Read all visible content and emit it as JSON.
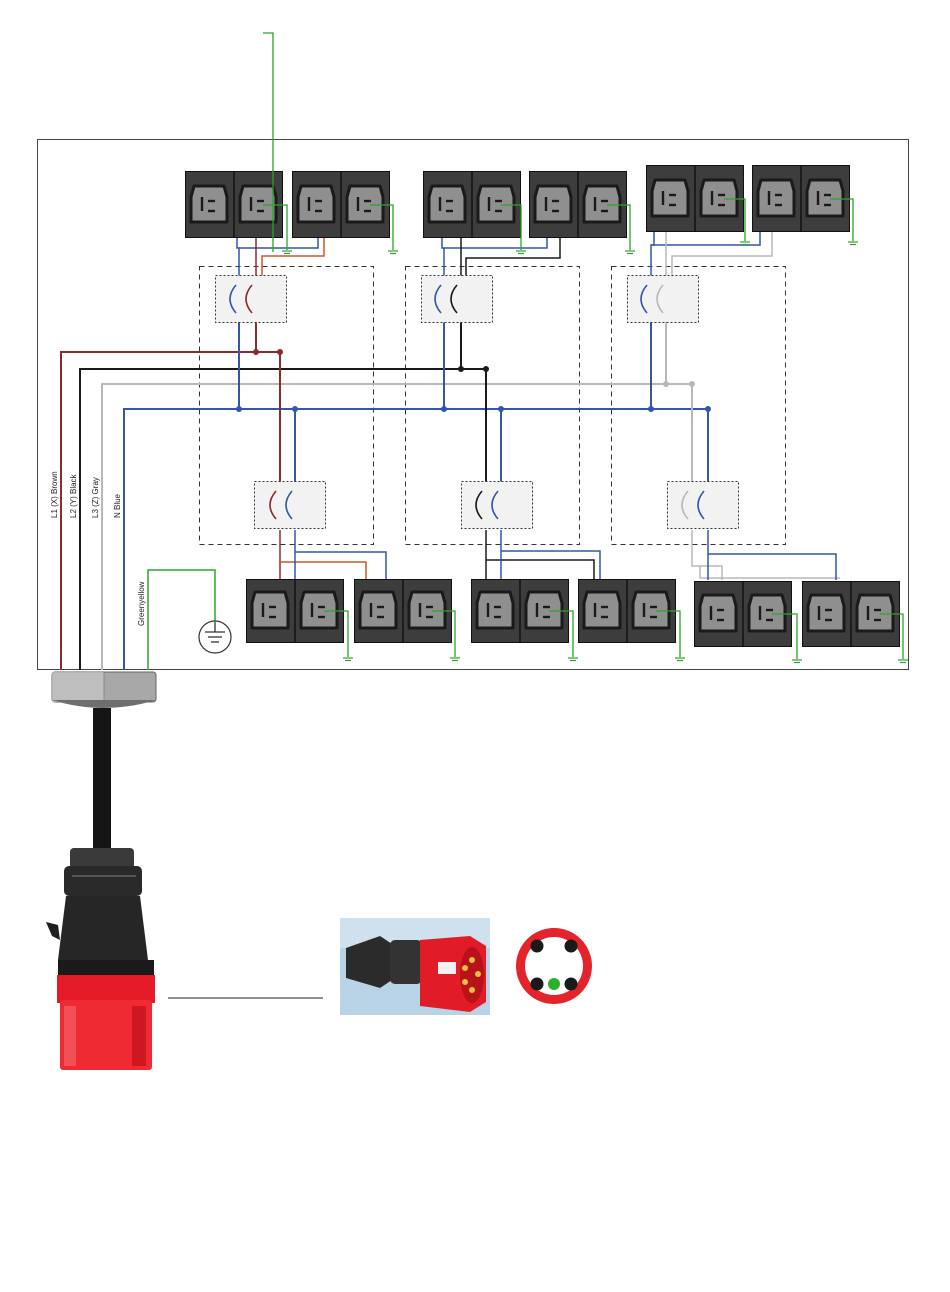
{
  "wire_labels": {
    "l1": "L1 (X) Brown",
    "l2": "L2 (Y) Black",
    "l3": "L3 (Z) Gray",
    "n": "N Blue",
    "pe": "Greenyellow"
  },
  "colors": {
    "l1": "#8b2b2b",
    "l2": "#1a1a1a",
    "l3": "#b8b8b8",
    "n": "#3355aa",
    "pe": "#2aa52a",
    "feed_l1": "#c9592a",
    "socket_body": "#3d3d3d",
    "socket_face": "#8f8f8f",
    "plug_red": "#e0202a"
  },
  "icons": {
    "outlet": "iec-c13-outlet-icon",
    "earth": "earth-ground-icon",
    "breaker": "circuit-breaker-icon",
    "plug": "cee-red-plug-icon",
    "plug_face": "cee-plug-face-icon"
  }
}
